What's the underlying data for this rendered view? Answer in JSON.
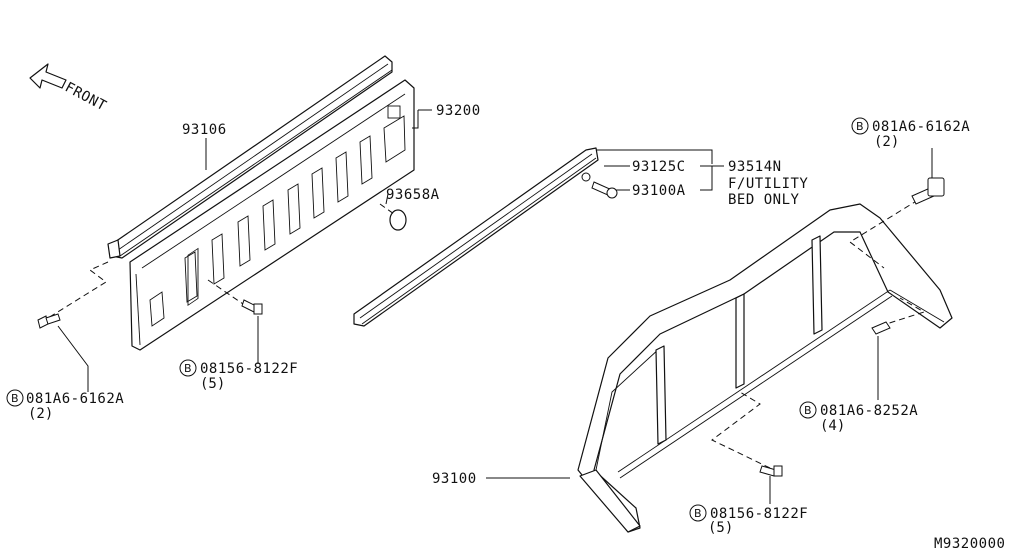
{
  "direction": {
    "label": "FRONT"
  },
  "labels": {
    "p93106": "93106",
    "p93200": "93200",
    "p93658A": "93658A",
    "p93125C": "93125C",
    "p93514N": "93514N",
    "futility_1": "F/UTILITY",
    "futility_2": "BED ONLY",
    "p93100A": "93100A",
    "p93100": "93100",
    "ref_code": "M9320000"
  },
  "fasteners": {
    "top_right": {
      "mark": "B",
      "part": "081A6-6162A",
      "qty": "(2)"
    },
    "left": {
      "mark": "B",
      "part": "081A6-6162A",
      "qty": "(2)"
    },
    "mid": {
      "mark": "B",
      "part": "08156-8122F",
      "qty": "(5)"
    },
    "right": {
      "mark": "B",
      "part": "081A6-8252A",
      "qty": "(4)"
    },
    "bottom": {
      "mark": "B",
      "part": "08156-8122F",
      "qty": "(5)"
    }
  }
}
